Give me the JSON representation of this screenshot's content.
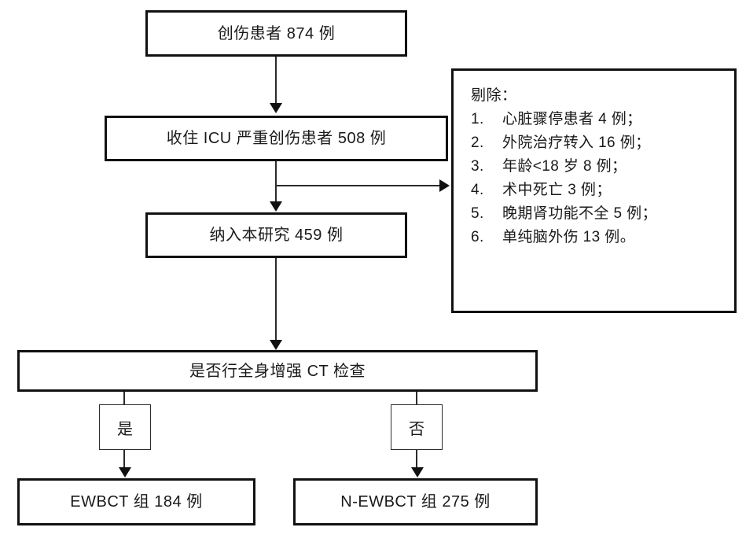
{
  "diagram": {
    "type": "patient-enrollment-flowchart",
    "language": "zh-CN",
    "colors": {
      "background": "#ffffff",
      "border": "#111111",
      "thin_border": "#2b2b2b",
      "text": "#1a1a1a",
      "connector": "#2b2b2b"
    },
    "nodes": {
      "total_patients": "创伤患者 874 例",
      "icu_severe": "收住 ICU 严重创伤患者 508 例",
      "enrolled": "纳入本研究 459 例",
      "decision": "是否行全身增强 CT 检查",
      "branch_yes": "是",
      "branch_no": "否",
      "group_ewbct": "EWBCT 组 184 例",
      "group_newbct": "N-EWBCT 组 275 例"
    },
    "exclusion": {
      "title": "剔除：",
      "items": [
        {
          "num": "1.",
          "text": "心脏骤停患者 4 例；"
        },
        {
          "num": "2.",
          "text": "外院治疗转入 16 例；"
        },
        {
          "num": "3.",
          "text": "年龄<18 岁 8 例；"
        },
        {
          "num": "4.",
          "text": "术中死亡 3 例；"
        },
        {
          "num": "5.",
          "text": "晚期肾功能不全 5 例；"
        },
        {
          "num": "6.",
          "text": "单纯脑外伤 13 例。"
        }
      ]
    },
    "counts": {
      "total": 874,
      "icu_severe": 508,
      "enrolled": 459,
      "ewbct": 184,
      "n_ewbct": 275,
      "excluded_cardiac_arrest": 4,
      "excluded_transfer": 16,
      "excluded_age_under_18": 8,
      "excluded_intraoperative_death": 3,
      "excluded_renal_failure": 5,
      "excluded_isolated_brain_injury": 13
    }
  }
}
